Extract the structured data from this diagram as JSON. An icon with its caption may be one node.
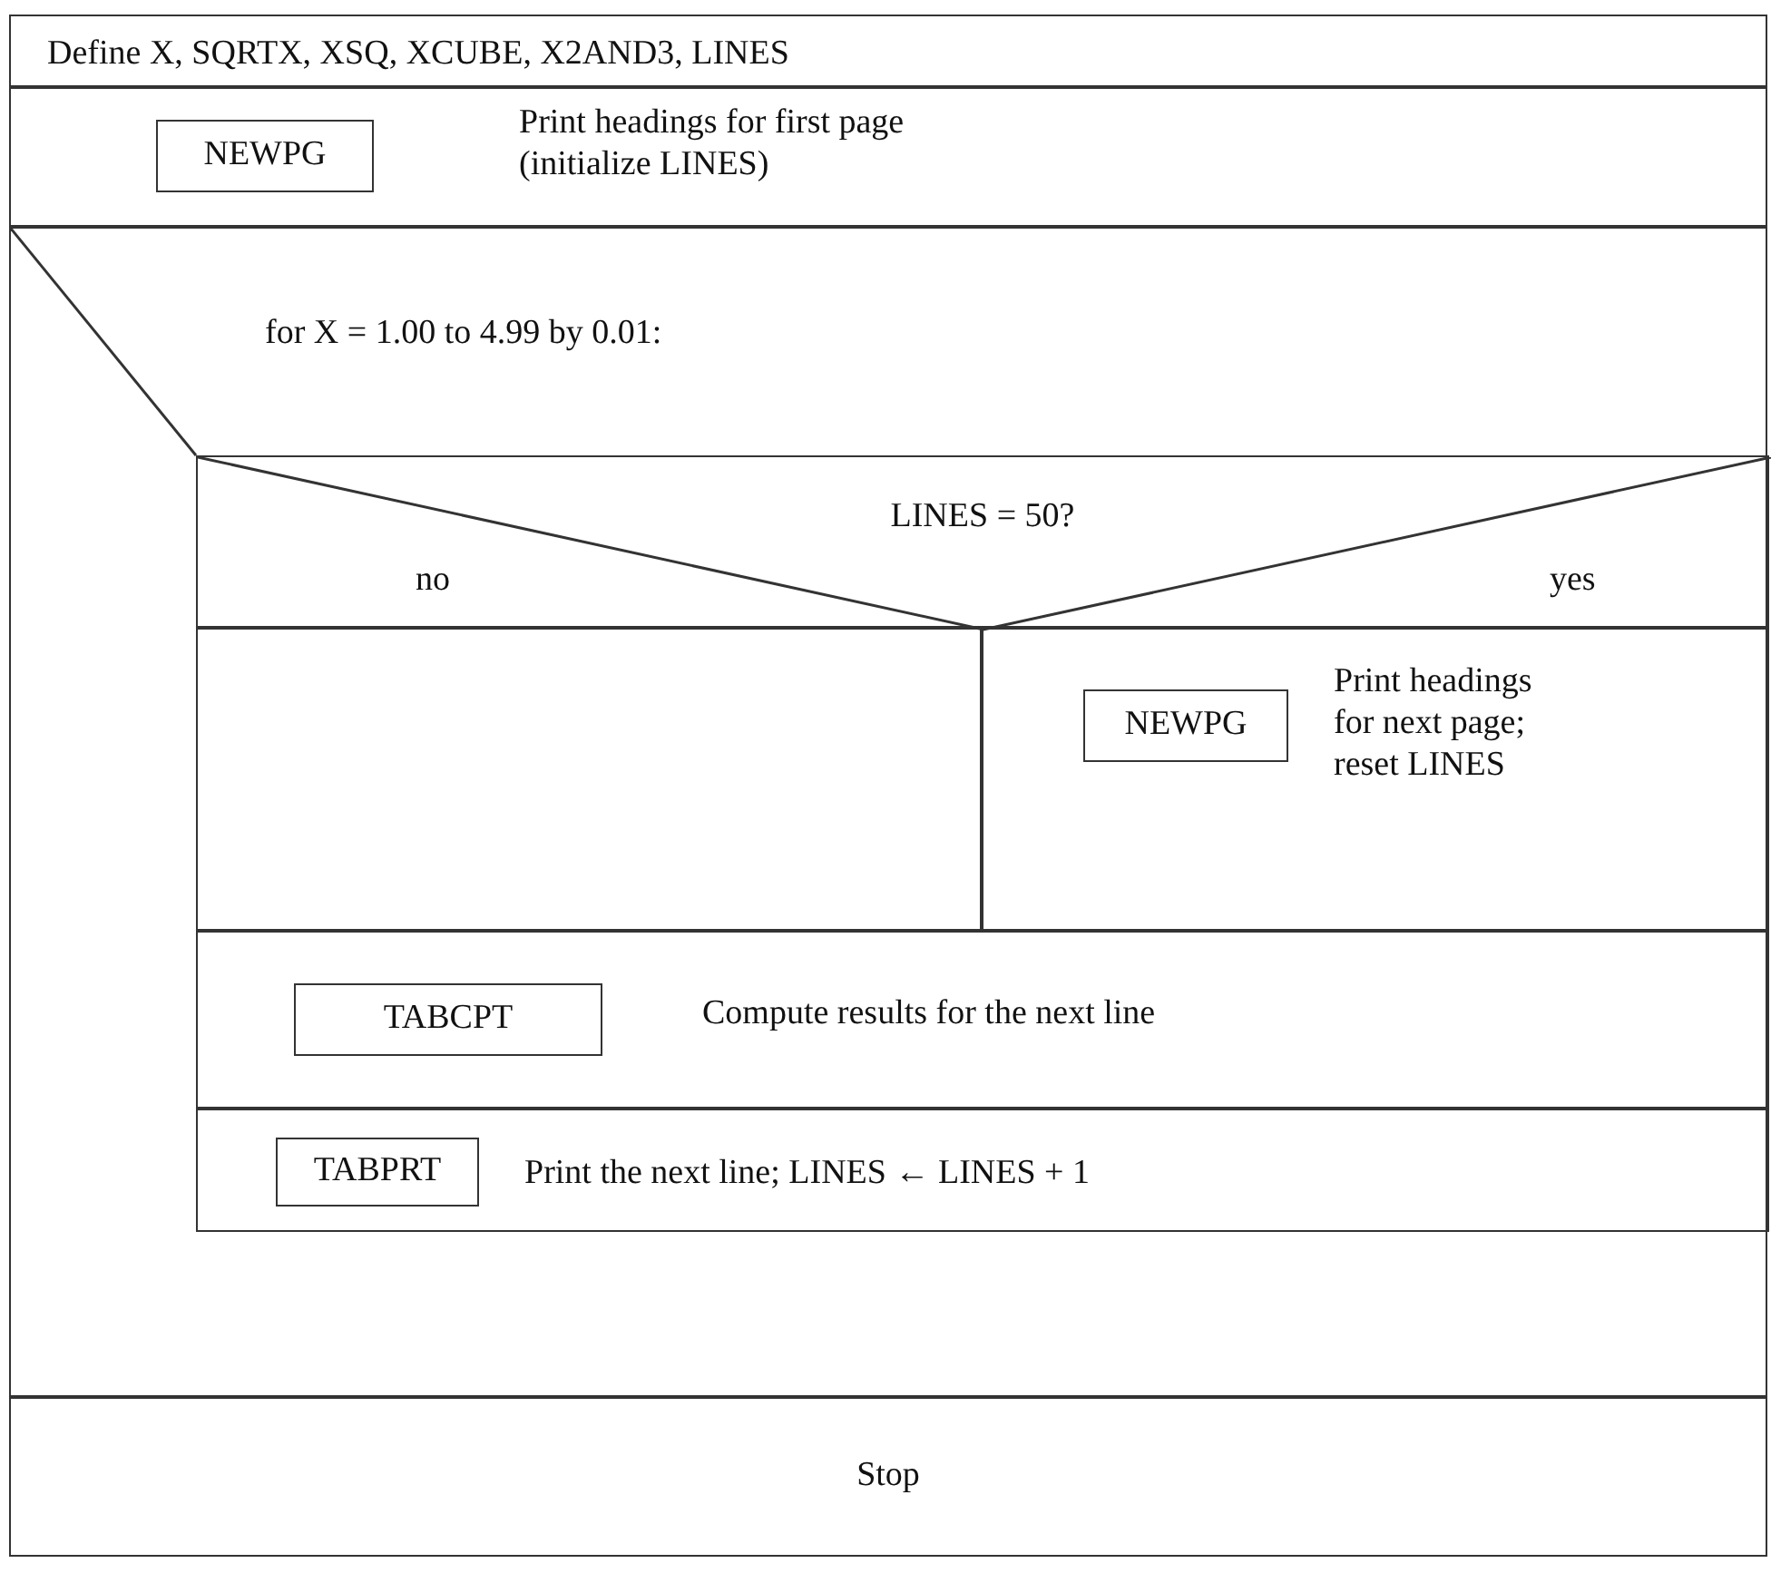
{
  "diagram": {
    "nodes": [
      {
        "text": [
          "Define X, SQRTX, XSQ, XCUBE, X2AND3, LINES"
        ]
      },
      {
        "text": [
          "Print headings for first page (initialize LINES)"
        ]
      },
      {
        "text": [
          "NEWPG"
        ],
        "in": 1
      },
      {
        "text": [
          "for X = 1.00 to 4.99 by 0.01:"
        ]
      },
      {
        "text": [
          "LINES = 50?",
          "no",
          "yes"
        ],
        "in": 3
      },
      {
        "text": [],
        "shape": "box",
        "in": 3
      },
      {
        "text": [
          "Print headings for next page; reset LINES"
        ],
        "in": 3
      },
      {
        "text": [
          "NEWPG"
        ],
        "in": 6
      },
      {
        "text": [
          "Compute results for the next line"
        ],
        "in": 3
      },
      {
        "text": [
          "TABCPT"
        ],
        "in": 8
      },
      {
        "text": [
          "Print the next line; LINES ← LINES + 1"
        ],
        "in": 3
      },
      {
        "text": [
          "TABPRT"
        ],
        "in": 10
      },
      {
        "text": [
          "Stop"
        ]
      }
    ]
  }
}
